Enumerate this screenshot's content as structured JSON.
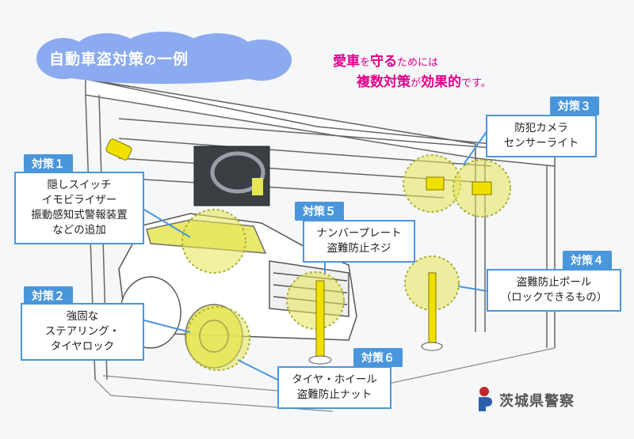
{
  "title": {
    "main": "自動車盗対策",
    "particle": "の",
    "tail": "一例"
  },
  "tagline": {
    "line1_a": "愛車",
    "line1_b": "を",
    "line1_c": "守る",
    "line1_d": "ためには",
    "line2_a": "複数対策",
    "line2_b": "が",
    "line2_c": "効果的",
    "line2_d": "です。"
  },
  "measures": [
    {
      "tag": "対策１",
      "lines": [
        "隠しスイッチ",
        "イモビライザー",
        "振動感知式警報装置",
        "などの追加"
      ]
    },
    {
      "tag": "対策２",
      "lines": [
        "強固な",
        "ステアリング・",
        "タイヤロック"
      ]
    },
    {
      "tag": "対策３",
      "lines": [
        "防犯カメラ",
        "センサーライト"
      ]
    },
    {
      "tag": "対策４",
      "lines": [
        "盗難防止ポール",
        "（ロックできるもの）"
      ]
    },
    {
      "tag": "対策５",
      "lines": [
        "ナンバープレート",
        "盗難防止ネジ"
      ]
    },
    {
      "tag": "対策６",
      "lines": [
        "タイヤ・ホイール",
        "盗難防止ナット"
      ]
    }
  ],
  "logo": {
    "name": "茨城県警察"
  },
  "colors": {
    "accent": "#4a96dc",
    "cloud": "#8caaf0",
    "highlight": "#e6e655",
    "tagline": "#e3008c"
  },
  "icons": [
    "cloud-shape",
    "camera-icon",
    "sensor-light-icon",
    "steering-wheel-photo",
    "police-logo-icon"
  ]
}
